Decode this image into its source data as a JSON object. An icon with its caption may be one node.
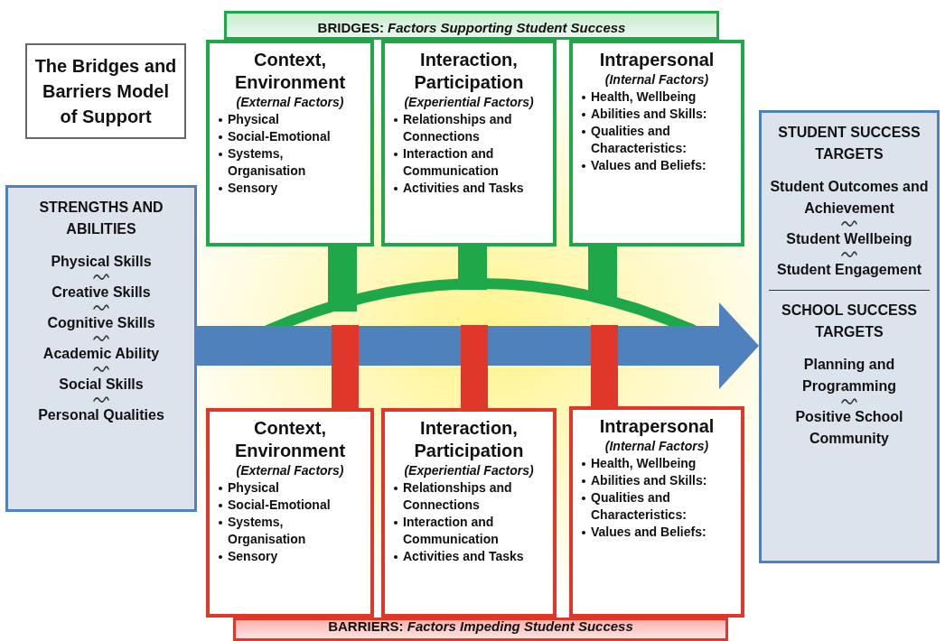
{
  "diagram": {
    "nodes": [
      {
        "text": [
          "The Bridges and Barriers Model of Support"
        ]
      },
      {
        "text": [
          "BRIDGES: *Factors Supporting Student Success*"
        ]
      },
      {
        "text": [
          "Context, Environment",
          "(External Factors)",
          "Physical",
          "Social-Emotional",
          "Systems, Organisation",
          "Sensory"
        ]
      },
      {
        "text": [
          "Interaction, Participation",
          "(Experiential Factors)",
          "Relationships and Connections",
          "Interaction and Communication",
          "Activities and Tasks"
        ]
      },
      {
        "text": [
          "Intrapersonal",
          "(Internal Factors)",
          "Health, Wellbeing",
          "Abilities and Skills:",
          "Qualities and Characteristics:",
          "Values and Beliefs:"
        ]
      },
      {
        "text": [
          "STRENGTHS AND ABILITIES",
          "Physical Skills",
          "Creative Skills",
          "Cognitive Skills",
          "Academic Ability",
          "Social Skills",
          "Personal Qualities"
        ]
      },
      {
        "text": [
          "STUDENT SUCCESS TARGETS",
          "Student Outcomes and Achievement",
          "Student Wellbeing",
          "Student Engagement",
          "SCHOOL SUCCESS TARGETS",
          "Planning and Programming",
          "Positive School Community"
        ]
      },
      {
        "text": [
          "Context, Environment",
          "(External Factors)",
          "Physical",
          "Social-Emotional",
          "Systems, Organisation",
          "Sensory"
        ]
      },
      {
        "text": [
          "Interaction, Participation",
          "(Experiential Factors)",
          "Relationships and Connections",
          "Interaction and Communication",
          "Activities and Tasks"
        ]
      },
      {
        "text": [
          "Intrapersonal",
          "(Internal Factors)",
          "Health, Wellbeing",
          "Abilities and Skills:",
          "Qualities and Characteristics:",
          "Values and Beliefs:"
        ]
      },
      {
        "text": [
          "BARRIERS: *Factors Impeding Student Success*"
        ]
      }
    ],
    "edges": [
      {
        "from": 5,
        "to": 6,
        "arrow": "to"
      }
    ]
  }
}
